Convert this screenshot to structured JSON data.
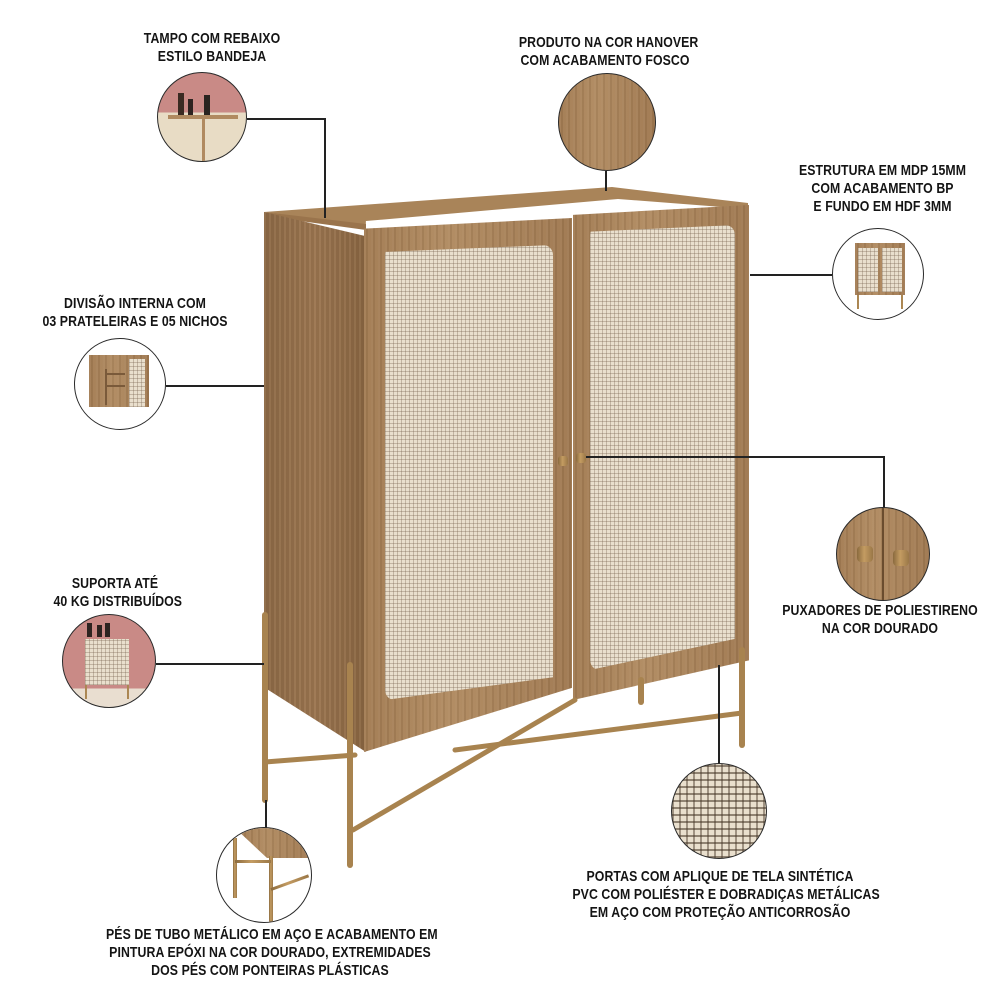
{
  "product": {
    "name": "Wooden cabinet with cane-panel doors and gold metal legs",
    "colors": {
      "wood": "#a27b52",
      "wood_dark": "#8e6a46",
      "cane": "#e9dfcd",
      "gold": "#b48c58",
      "text": "#141414",
      "pink_background": "#c98a86"
    }
  },
  "callouts": [
    {
      "id": "top-tray",
      "lines": [
        "TAMPO COM REBAIXO",
        "ESTILO BANDEJA"
      ],
      "icon": "cabinet-top-tray-photo"
    },
    {
      "id": "hanover-color",
      "lines": [
        "PRODUTO NA COR HANOVER",
        "COM ACABAMENTO FOSCO"
      ],
      "icon": "wood-texture-swatch"
    },
    {
      "id": "structure",
      "lines": [
        "ESTRUTURA EM MDP 15MM",
        "COM ACABAMENTO BP",
        "E FUNDO EM HDF 3MM"
      ],
      "icon": "cabinet-thumbnail"
    },
    {
      "id": "internal-division",
      "lines": [
        "DIVISÃO INTERNA COM",
        "03 PRATELEIRAS E 05 NICHOS"
      ],
      "icon": "open-cabinet-shelves"
    },
    {
      "id": "load-capacity",
      "lines": [
        "SUPORTA ATÉ",
        "40 KG DISTRIBUÍDOS"
      ],
      "icon": "cabinet-with-bottles-photo"
    },
    {
      "id": "handles",
      "lines": [
        "PUXADORES DE POLIESTIRENO",
        "NA COR DOURADO"
      ],
      "icon": "gold-handles-closeup"
    },
    {
      "id": "doors",
      "lines": [
        "PORTAS COM APLIQUE DE TELA SINTÉTICA",
        "PVC COM POLIÉSTER E DOBRADIÇAS METÁLICAS",
        "EM AÇO COM PROTEÇÃO ANTICORROSÃO"
      ],
      "icon": "cane-mesh-texture"
    },
    {
      "id": "legs",
      "lines": [
        "PÉS DE TUBO METÁLICO EM AÇO E ACABAMENTO EM",
        "PINTURA EPÓXI NA COR DOURADO, EXTREMIDADES",
        "DOS PÉS COM PONTEIRAS PLÁSTICAS"
      ],
      "icon": "gold-leg-closeup"
    }
  ]
}
